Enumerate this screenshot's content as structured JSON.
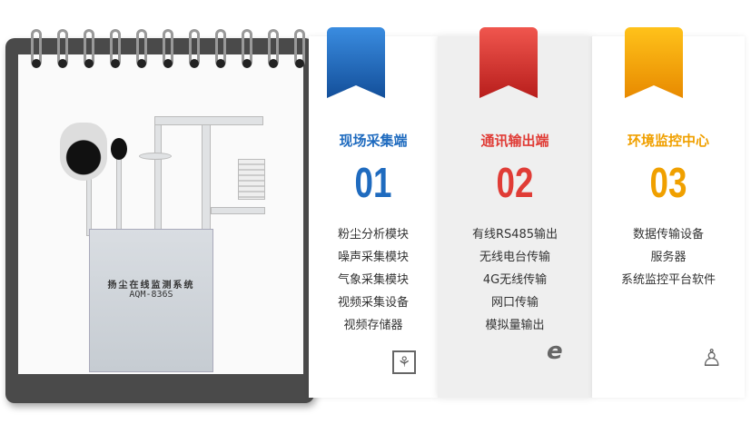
{
  "device": {
    "title": "扬尘在线监测系统",
    "model": "AQM-836S"
  },
  "columns": [
    {
      "title": "现场采集端",
      "number": "01",
      "color": "#1f6bbf",
      "items": [
        "粉尘分析模块",
        "噪声采集模块",
        "气象采集模块",
        "视频采集设备",
        "视频存储器"
      ],
      "icon": "plant-icon"
    },
    {
      "title": "通讯输出端",
      "number": "02",
      "color": "#e03c36",
      "items": [
        "有线RS485输出",
        "无线电台传输",
        "4G无线传输",
        "网口传输",
        "模拟量输出"
      ],
      "icon": "internet-explorer-icon"
    },
    {
      "title": "环境监控中心",
      "number": "03",
      "color": "#f0a000",
      "items": [
        "数据传输设备",
        "服务器",
        "系统监控平台软件"
      ],
      "icon": "computer-user-icon"
    }
  ]
}
